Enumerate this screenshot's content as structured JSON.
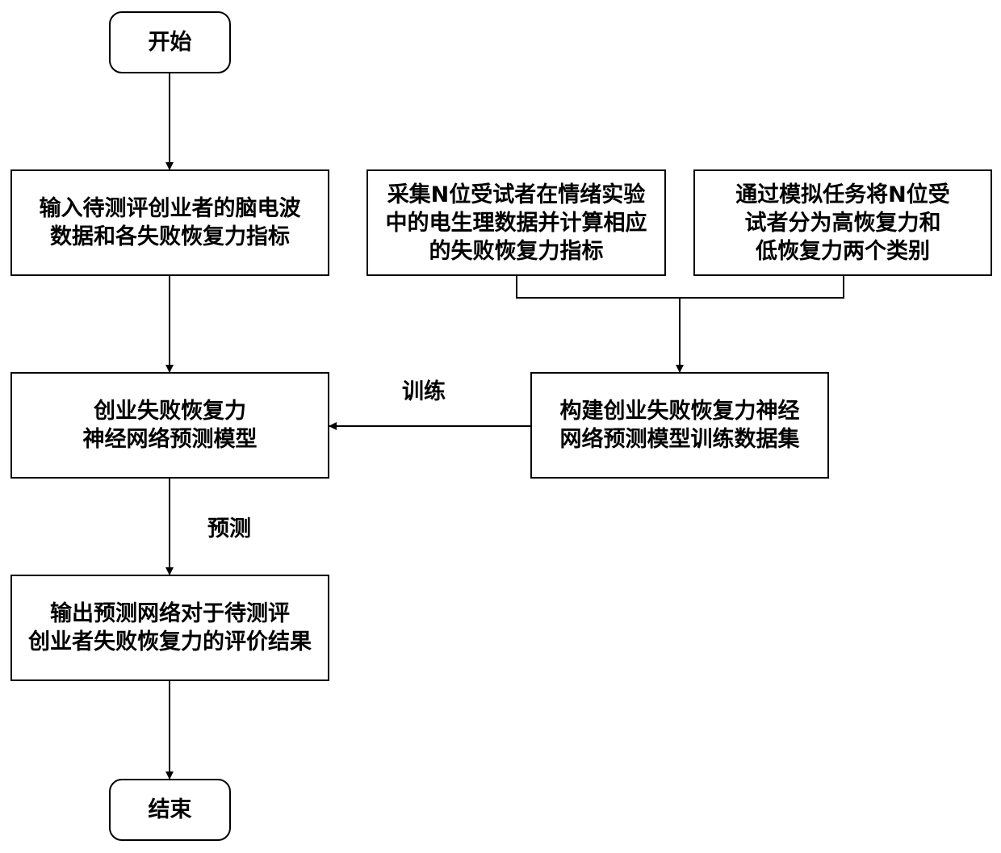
{
  "nodes": {
    "start": "开始",
    "input_data": "输入待测评创业者的脑电波\n数据和各失败恢复力指标",
    "collect_data": "采集N位受试者在情绪实验\n中的电生理数据并计算相应\n的失败恢复力指标",
    "classify": "通过模拟任务将N位受\n试者分为高恢复力和\n低恢复力两个类别",
    "build_dataset": "构建创业失败恢复力神经\n网络预测模型训练数据集",
    "model": "创业失败恢复力\n神经网络预测模型",
    "output": "输出预测网络对于待测评\n创业者失败恢复力的评价结果",
    "end": "结束"
  },
  "edge_labels": {
    "train": "训练",
    "predict": "预测"
  },
  "colors": {
    "stroke": "#000000",
    "fill": "#ffffff"
  }
}
